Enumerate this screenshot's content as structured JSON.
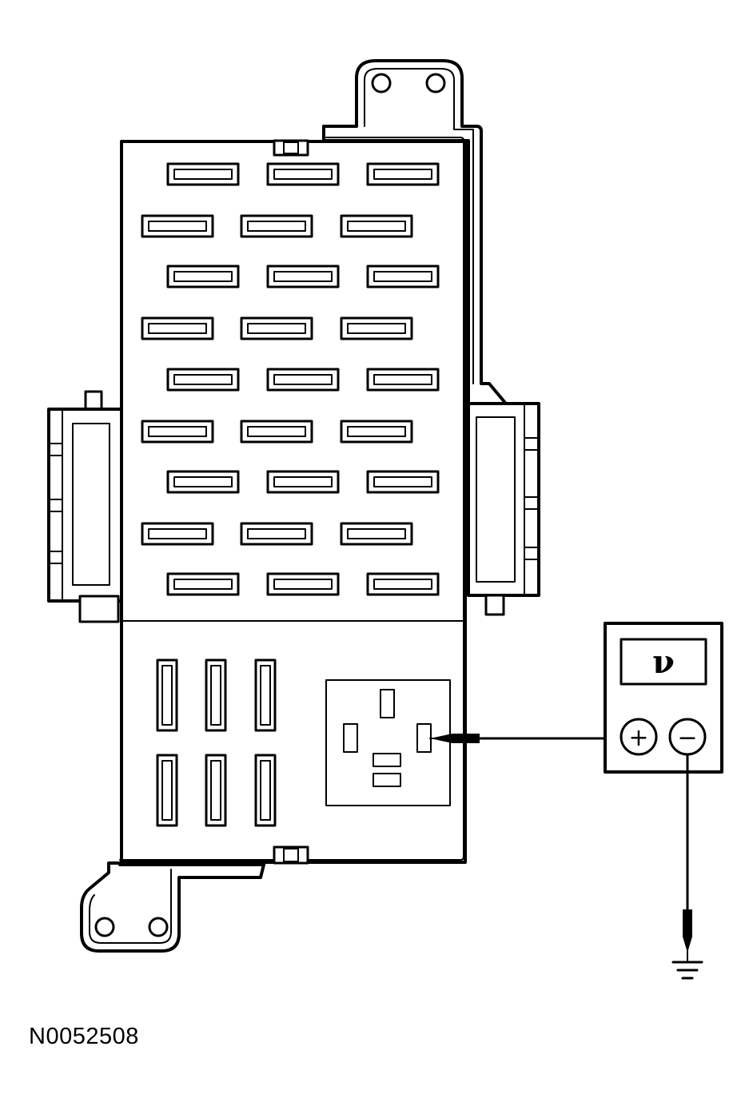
{
  "meter": {
    "display_symbol": "ν",
    "positive_terminal": "+",
    "negative_terminal": "−"
  },
  "figure": {
    "id": "N0052508"
  },
  "fuse_panel": {
    "fuse_slot_rows": 9,
    "fuse_slots_per_row": 3,
    "relay_fuse_slots": 6,
    "relay_socket_pins": 5
  }
}
